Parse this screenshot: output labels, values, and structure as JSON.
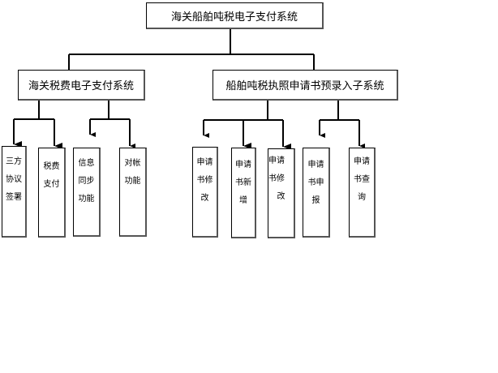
{
  "root": {
    "label": "海关船舶吨税电子支付系统"
  },
  "subsystems": [
    {
      "label": "海关税费电子支付系统",
      "modules": [
        {
          "lines": [
            "三方",
            "协议",
            "签署"
          ]
        },
        {
          "lines": [
            "税费",
            "支付"
          ]
        },
        {
          "lines": [
            "信息",
            "同步",
            "功能"
          ]
        },
        {
          "lines": [
            "对帐",
            "功能"
          ]
        }
      ]
    },
    {
      "label": "船舶吨税执照申请书预录入子系统",
      "modules": [
        {
          "lines": [
            "申请",
            "书修",
            "改"
          ]
        },
        {
          "lines": [
            "申请",
            "书新",
            "增"
          ]
        },
        {
          "lines": [
            "申请",
            "书修",
            "改"
          ]
        },
        {
          "lines": [
            "申请",
            "书申",
            "报"
          ]
        },
        {
          "lines": [
            "申请",
            "书查",
            "询"
          ]
        }
      ]
    }
  ],
  "colors": {
    "line": "#000000",
    "shadow": "#555555",
    "background": "#ffffff"
  }
}
